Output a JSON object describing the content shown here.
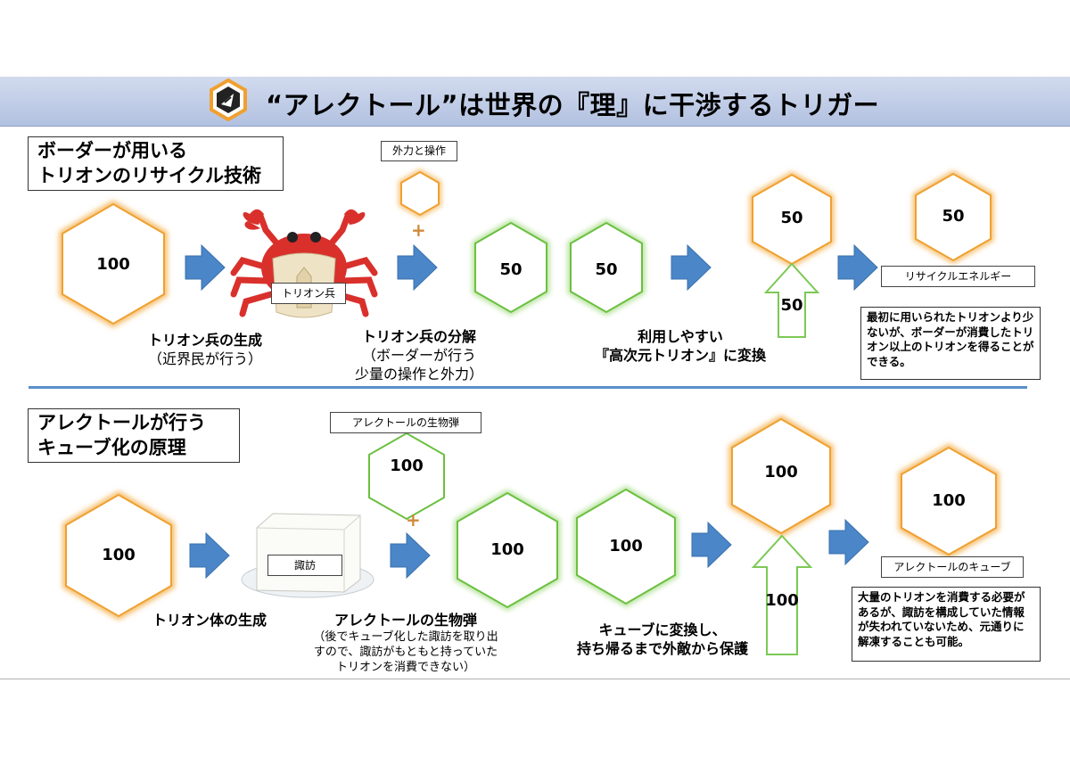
{
  "title": "“アレクトール”は世界の『理』に干渉するトリガー",
  "logo_icon": "hexagon-emblem-icon",
  "colors": {
    "header": "#c3cfe8",
    "arrow": "#4a86c8",
    "hex_orange": "#f0a030",
    "hex_green": "#7cc855",
    "divider": "#5b8ec9"
  },
  "top": {
    "section_title_line1": "ボーダーが用いる",
    "section_title_line2": "トリオンのリサイクル技術",
    "external_label": "外力と操作",
    "plus": "+",
    "hex_start": "100",
    "crab_label": "トリオン兵",
    "hex_split_a": "50",
    "hex_split_b": "50",
    "hex_top_a": "50",
    "hex_top_b": "50",
    "up_arrow_value": "50",
    "recycle_label": "リサイクルエネルギー",
    "caption1_line1": "トリオン兵の生成",
    "caption1_line2": "（近界民が行う）",
    "caption2_line1": "トリオン兵の分解",
    "caption2_line2": "（ボーダーが行う",
    "caption2_line3": "少量の操作と外力）",
    "caption3_line1": "利用しやすい",
    "caption3_line2": "『高次元トリオン』に変換",
    "note": "最初に用いられたトリオンより少ないが、ボーダーが消費したトリオン以上のトリオンを得ることができる。"
  },
  "bottom": {
    "section_title_line1": "アレクトールが行う",
    "section_title_line2": "キューブ化の原理",
    "bio_label": "アレクトールの生物弾",
    "plus": "+",
    "hex_bio": "100",
    "hex_start": "100",
    "tofu_label": "諏訪",
    "hex_mid_a": "100",
    "hex_mid_b": "100",
    "hex_top": "100",
    "hex_cube": "100",
    "up_arrow_value": "100",
    "cube_label": "アレクトールのキューブ",
    "caption1": "トリオン体の生成",
    "caption2_line1": "アレクトールの生物弾",
    "caption2_line2": "（後でキューブ化した諏訪を取り出",
    "caption2_line3": "すので、諏訪がもともと持っていた",
    "caption2_line4": "トリオンを消費できない）",
    "caption3_line1": "キューブに変換し、",
    "caption3_line2": "持ち帰るまで外敵から保護",
    "note": "大量のトリオンを消費する必要があるが、諏訪を構成していた情報が失われていないため、元通りに解凍することも可能。"
  }
}
